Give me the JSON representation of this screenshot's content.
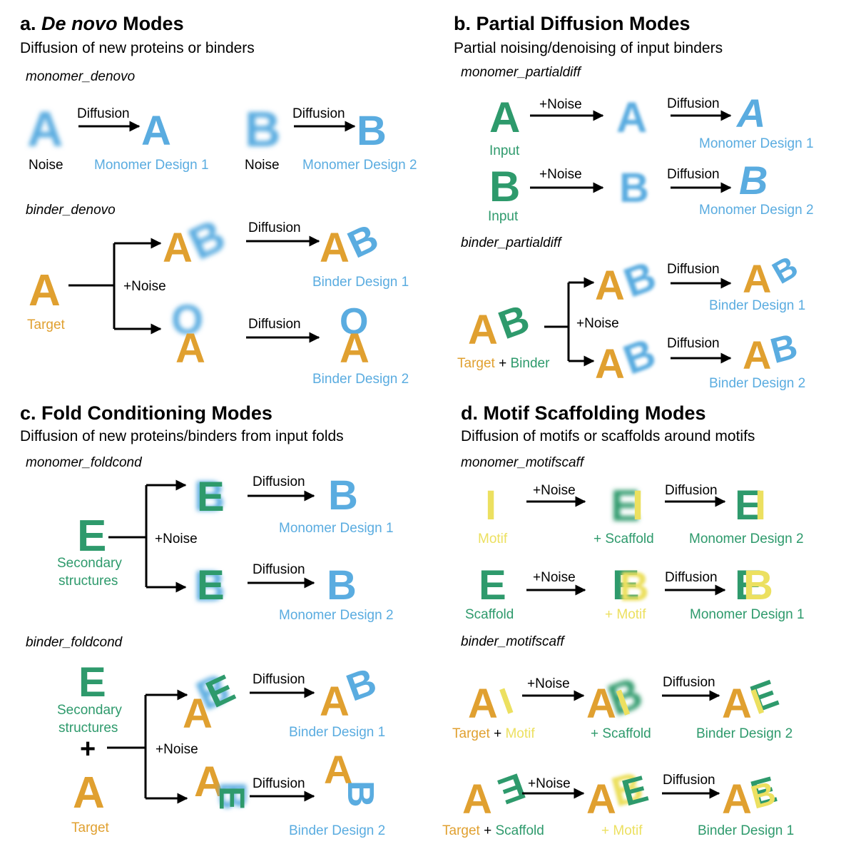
{
  "colors": {
    "orange": "#E0A030",
    "blue": "#5AACE0",
    "green": "#2E9A6C",
    "yellow": "#ECE060",
    "black": "#000000"
  },
  "panel_a": {
    "title_prefix": "a.",
    "title_italic": "De novo",
    "title_suffix": "Modes",
    "subtitle": "Diffusion of new proteins  or binders",
    "monomer_mode": "monomer_denovo",
    "binder_mode": "binder_denovo",
    "noise_label": "Noise",
    "diffusion_label": "Diffusion",
    "noise_plus": "+Noise",
    "monomer_design_1": "Monomer Design 1",
    "monomer_design_2": "Monomer Design 2",
    "target_label": "Target",
    "binder_design_1": "Binder Design 1",
    "binder_design_2": "Binder Design 2"
  },
  "panel_b": {
    "title": "b. Partial Diffusion Modes",
    "subtitle": "Partial noising/denoising  of input binders",
    "monomer_mode": "monomer_partialdiff",
    "binder_mode": "binder_partialdiff",
    "input_label": "Input",
    "noise_plus": "+Noise",
    "diffusion_label": "Diffusion",
    "monomer_design_1": "Monomer Design 1",
    "monomer_design_2": "Monomer Design 2",
    "target_label": "Target",
    "plus": "+",
    "binder_label": "Binder",
    "binder_design_1": "Binder Design 1",
    "binder_design_2": "Binder Design 2"
  },
  "panel_c": {
    "title": "c. Fold Conditioning Modes",
    "subtitle": "Diffusion of new proteins/binders  from input folds",
    "monomer_mode": "monomer_foldcond",
    "binder_mode": "binder_foldcond",
    "secondary_1": "Secondary",
    "secondary_2": "structures",
    "noise_plus": "+Noise",
    "diffusion_label": "Diffusion",
    "monomer_design_1": "Monomer Design 1",
    "monomer_design_2": "Monomer Design 2",
    "plus": "+",
    "target_label": "Target",
    "binder_design_1": "Binder Design 1",
    "binder_design_2": "Binder Design 2"
  },
  "panel_d": {
    "title": "d. Motif Scaffolding Modes",
    "subtitle": "Diffusion of motifs or scaffolds around  motifs",
    "monomer_mode": "monomer_motifscaff",
    "binder_mode": "binder_motifscaff",
    "motif_label": "Motif",
    "plus_scaffold": "+ Scaffold",
    "scaffold_label": "Scaffold",
    "plus_motif": "+ Motif",
    "noise_plus": "+Noise",
    "diffusion_label": "Diffusion",
    "monomer_design_1": "Monomer Design 1",
    "monomer_design_2": "Monomer Design 2",
    "target_label": "Target",
    "plus": "+",
    "binder_design_1": "Binder Design 1",
    "binder_design_2": "Binder Design 2"
  },
  "glyphs": {
    "A": "A",
    "B": "B",
    "E": "E",
    "I": "I",
    "O": "O"
  }
}
